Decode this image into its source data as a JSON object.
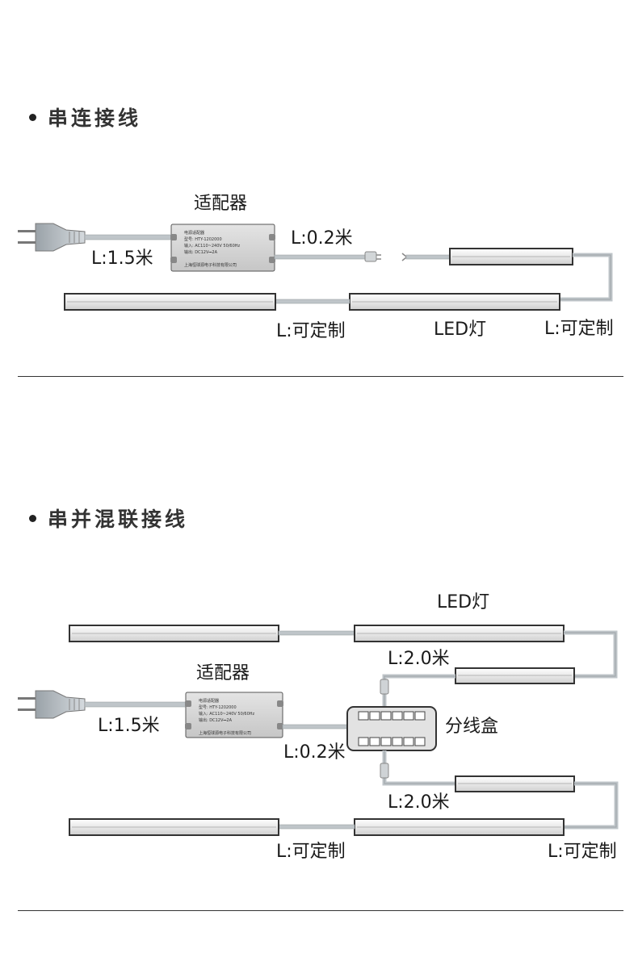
{
  "sections": [
    {
      "heading": "串连接线",
      "labels": {
        "adapter": "适配器",
        "cord_length": "L:1.5米",
        "adapter_lead": "L:0.2米",
        "link_mid": "L:可定制",
        "led": "LED灯",
        "link_right": "L:可定制"
      }
    },
    {
      "heading": "串并混联接线",
      "labels": {
        "led": "LED灯",
        "branch_top": "L:2.0米",
        "adapter": "适配器",
        "cord_length": "L:1.5米",
        "junction_box": "分线盒",
        "adapter_lead": "L:0.2米",
        "branch_bottom": "L:2.0米",
        "link_mid": "L:可定制",
        "link_right": "L:可定制"
      }
    }
  ],
  "adapter_plate": {
    "line1": "电源适配器",
    "line2": "型号: HTY-1202000",
    "line3": "输入: AC110~240V  50/60Hz",
    "line4": "输出: DC12V⎓2A",
    "line5": "上海恒球源电子科技有限公司"
  },
  "colors": {
    "bar_fill": "#f3f3f3",
    "bar_stroke": "#3a3a3a",
    "wire": "#b9c0c4",
    "adapter_fill": "#d7d7d7"
  }
}
